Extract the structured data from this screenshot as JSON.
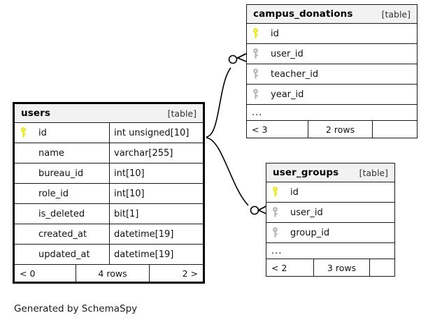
{
  "diagram": {
    "caption": "Generated by SchemaSpy",
    "colors": {
      "primary_key": "#e8e80a",
      "foreign_key": "#b3b3b3",
      "header_bg": "#f2f2f2",
      "border": "#1a1a1a",
      "focal_border": "#000000",
      "connector": "#000000"
    }
  },
  "entities": [
    {
      "id": "campus_donations",
      "name": "campus_donations",
      "type_label": "[table]",
      "focal": false,
      "split_columns": false,
      "columns": [
        {
          "name": "id",
          "key": "primary",
          "type": ""
        },
        {
          "name": "user_id",
          "key": "foreign",
          "type": ""
        },
        {
          "name": "teacher_id",
          "key": "foreign",
          "type": ""
        },
        {
          "name": "year_id",
          "key": "foreign",
          "type": ""
        }
      ],
      "ellipsis": "...",
      "footer": {
        "prev": "< 3",
        "rows": "2 rows",
        "next": ""
      }
    },
    {
      "id": "users",
      "name": "users",
      "type_label": "[table]",
      "focal": true,
      "split_columns": true,
      "columns": [
        {
          "name": "id",
          "key": "primary",
          "type": "int unsigned[10]"
        },
        {
          "name": "name",
          "key": "none",
          "type": "varchar[255]"
        },
        {
          "name": "bureau_id",
          "key": "none",
          "type": "int[10]"
        },
        {
          "name": "role_id",
          "key": "none",
          "type": "int[10]"
        },
        {
          "name": "is_deleted",
          "key": "none",
          "type": "bit[1]"
        },
        {
          "name": "created_at",
          "key": "none",
          "type": "datetime[19]"
        },
        {
          "name": "updated_at",
          "key": "none",
          "type": "datetime[19]"
        }
      ],
      "ellipsis": "",
      "footer": {
        "prev": "< 0",
        "rows": "4 rows",
        "next": "2 >"
      }
    },
    {
      "id": "user_groups",
      "name": "user_groups",
      "type_label": "[table]",
      "focal": false,
      "split_columns": false,
      "columns": [
        {
          "name": "id",
          "key": "primary",
          "type": ""
        },
        {
          "name": "user_id",
          "key": "foreign",
          "type": ""
        },
        {
          "name": "group_id",
          "key": "foreign",
          "type": ""
        }
      ],
      "ellipsis": "...",
      "footer": {
        "prev": "< 2",
        "rows": "3 rows",
        "next": ""
      }
    }
  ],
  "relationships": [
    {
      "from": "users.id",
      "to": "campus_donations.user_id",
      "optional": true,
      "cardinality": "many"
    },
    {
      "from": "users.id",
      "to": "user_groups.user_id",
      "optional": true,
      "cardinality": "many"
    }
  ]
}
